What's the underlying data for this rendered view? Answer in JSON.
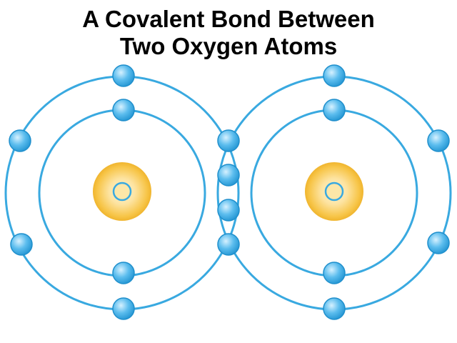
{
  "title": {
    "line1": "A Covalent Bond Between",
    "line2": "Two Oxygen Atoms"
  },
  "colors": {
    "orbit": "#39a9e0",
    "electron_fill": "#4fb6ec",
    "electron_light": "#c9ecfc",
    "electron_stroke": "#1f8fcc",
    "nucleus_outer": "#f7c84a",
    "nucleus_inner": "#fde7a8",
    "nucleus_center": "#ffffff"
  },
  "atoms": [
    {
      "name": "oxygen-atom-left",
      "element": "oxygen",
      "inner_shell_electrons": 2,
      "outer_shell_electrons": 6
    },
    {
      "name": "oxygen-atom-right",
      "element": "oxygen",
      "inner_shell_electrons": 2,
      "outer_shell_electrons": 6
    }
  ],
  "shared_electrons": 4
}
